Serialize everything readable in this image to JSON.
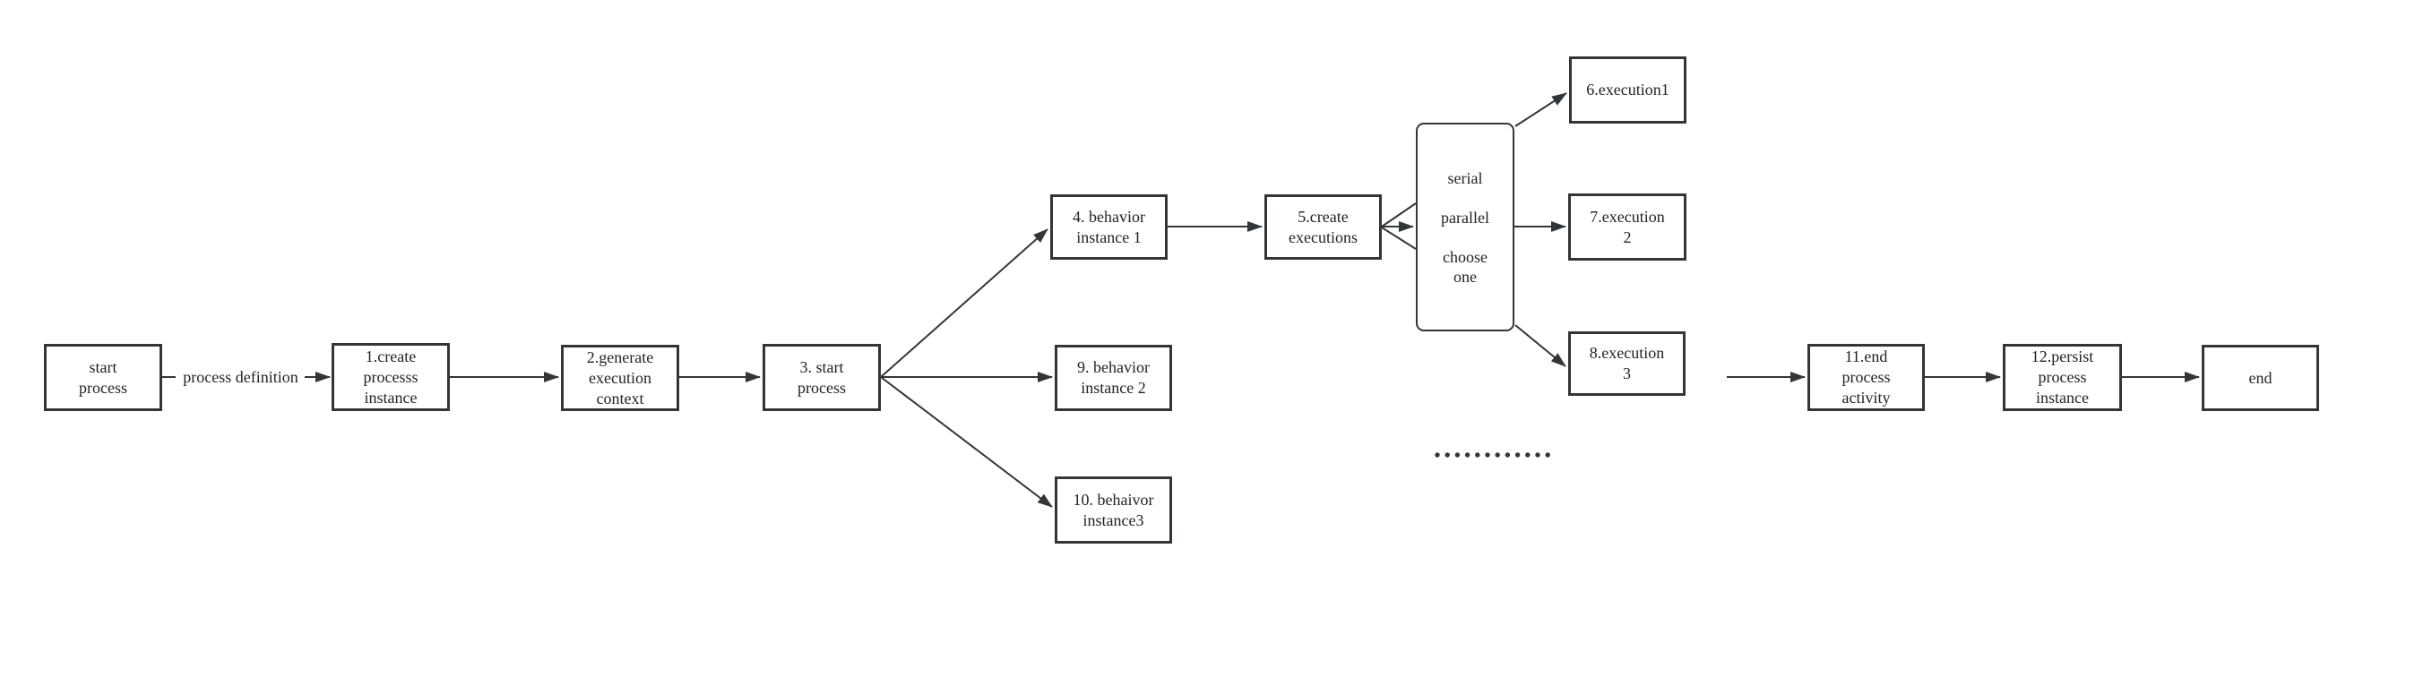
{
  "diagram": {
    "type": "flowchart",
    "colors": {
      "line": "#333639",
      "text": "#232323",
      "background": "#ffffff"
    },
    "nodes": {
      "start": {
        "label": "start\nprocess"
      },
      "n1": {
        "label": "1.create\nprocesss\ninstance"
      },
      "n2": {
        "label": "2.generate\nexecution\ncontext"
      },
      "n3": {
        "label": "3. start\nprocess"
      },
      "n4": {
        "label": "4. behavior\ninstance 1"
      },
      "n5": {
        "label": "5.create\nexecutions"
      },
      "gateway": {
        "label": "serial\n\nparallel\n\nchoose\none"
      },
      "n6": {
        "label": "6.execution1"
      },
      "n7": {
        "label": "7.execution\n2"
      },
      "n8": {
        "label": "8.execution\n3"
      },
      "n9": {
        "label": "9. behavior\ninstance 2"
      },
      "n10": {
        "label": "10. behaivor\ninstance3"
      },
      "n11": {
        "label": "11.end\nprocess\nactivity"
      },
      "n12": {
        "label": "12.persist\nprocess\ninstance"
      },
      "end": {
        "label": "end"
      }
    },
    "edge_labels": {
      "start_to_1": "process definition"
    },
    "ellipsis": {
      "dot_count": 12
    }
  }
}
